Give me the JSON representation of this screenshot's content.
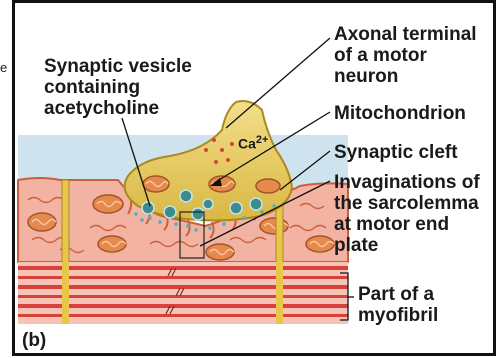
{
  "edge_letter": "e",
  "labels": {
    "axonal_terminal": [
      "Axonal terminal",
      "of a motor",
      "neuron"
    ],
    "synaptic_vesicle": [
      "Synaptic vesicle",
      "containing",
      "acetycholine"
    ],
    "mitochondrion": "Mitochondrion",
    "calcium": "Ca",
    "calcium_charge": "2+",
    "synaptic_cleft": "Synaptic cleft",
    "invaginations": [
      "Invaginations of",
      "the sarcolemma",
      "at motor end",
      "plate"
    ],
    "myofibril": [
      "Part of a",
      "myofibril"
    ],
    "panel": "(b)"
  },
  "colors": {
    "extracellular": "#cfe3ef",
    "sarcoplasm": "#f3b3a3",
    "sarcolemma_edge": "#c9603c",
    "axon_terminal": "#e8cf6a",
    "axon_edge": "#a88a1e",
    "mitochondria": "#e48a4c",
    "myofibril_red": "#d8423a",
    "myofibril_pink": "#f6c4b6",
    "t_tubule": "#e9c54a",
    "vesicle": "#3f8a8c",
    "ach_dots": "#4fb0c0"
  }
}
